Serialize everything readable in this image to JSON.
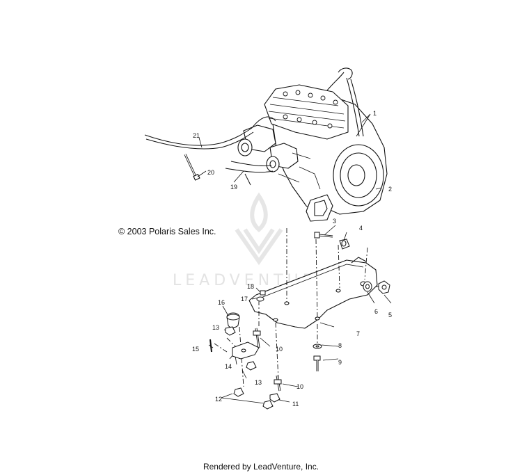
{
  "copyright": "© 2003 Polaris Sales Inc.",
  "footer": "Rendered by LeadVenture, Inc.",
  "watermark": {
    "text": "LEADVENTURE"
  },
  "callouts": {
    "c1": "1",
    "c2": "2",
    "c3": "3",
    "c4": "4",
    "c5": "5",
    "c6": "6",
    "c7": "7",
    "c8": "8",
    "c9": "9",
    "c10a": "10",
    "c10b": "10",
    "c11": "11",
    "c12": "12",
    "c13a": "13",
    "c13b": "13",
    "c14": "14",
    "c15": "15",
    "c16": "16",
    "c17": "17",
    "c18": "18",
    "c19": "19",
    "c20": "20",
    "c21": "21"
  }
}
